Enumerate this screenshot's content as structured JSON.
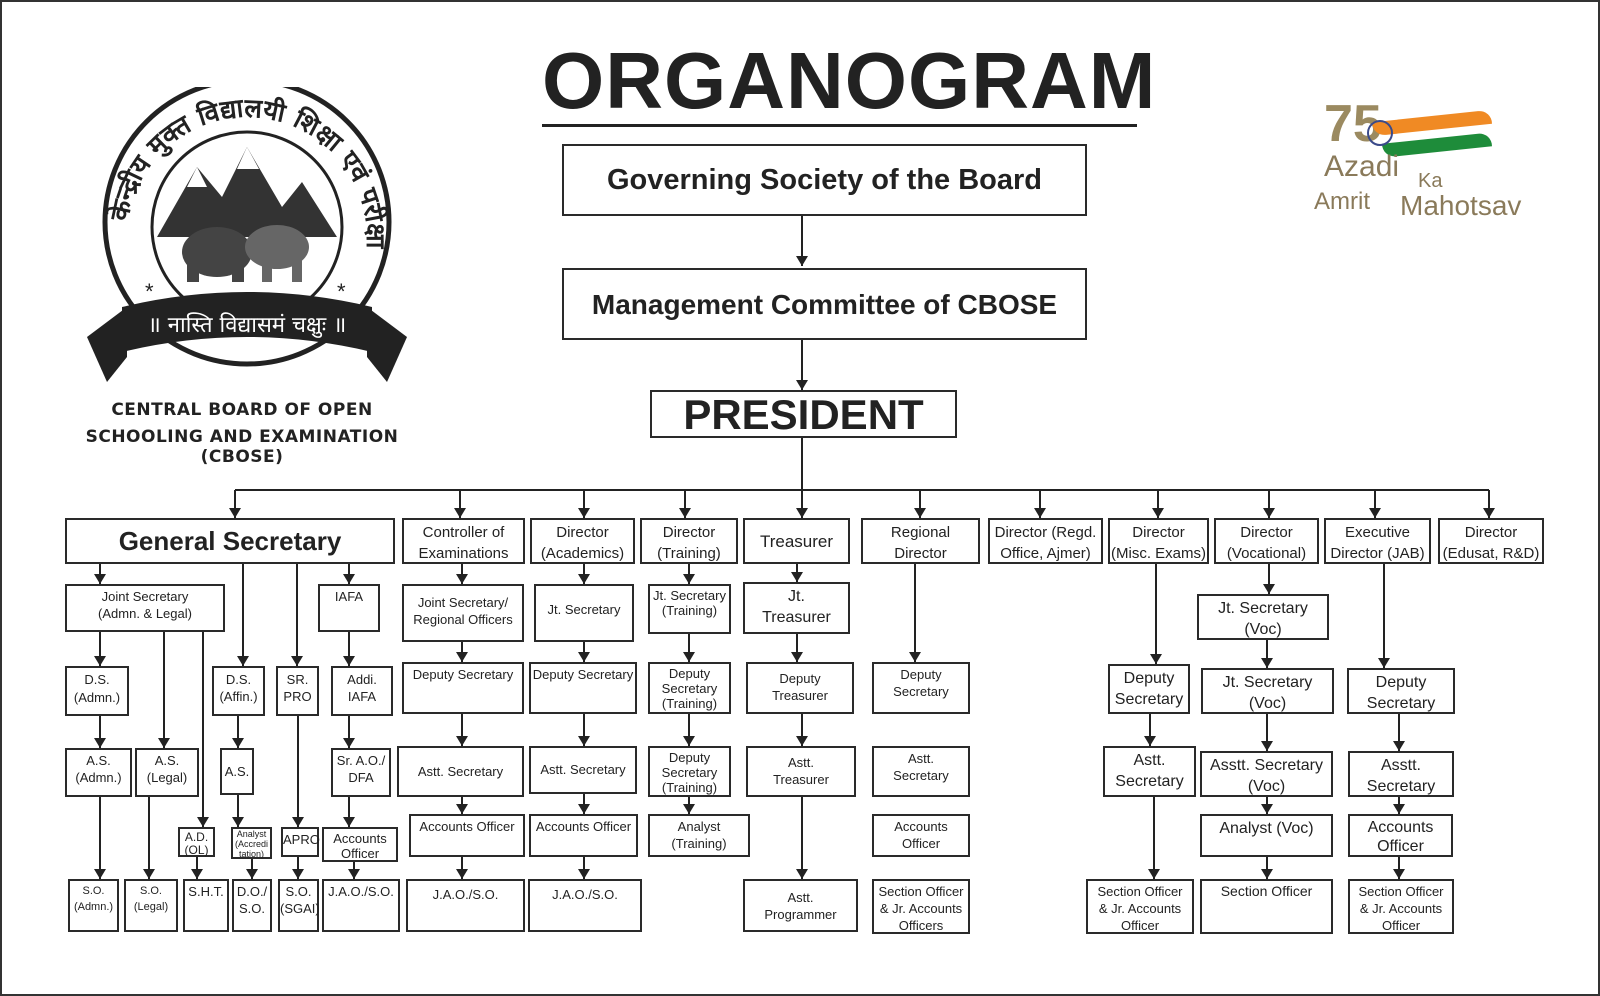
{
  "title": "ORGANOGRAM",
  "logo": {
    "hindi_ring": "केन्द्रीय मुक्त विद्यालयी शिक्षा एवं परीक्षा बोर्ड",
    "motto": "॥ नास्ति विद्यासमं चक्षुः ॥",
    "board_line1": "CENTRAL BOARD OF OPEN",
    "board_line2": "SCHOOLING AND EXAMINATION (CBOSE)"
  },
  "azadi": {
    "number": "75",
    "azadi": "Azadi",
    "ka": "Ka",
    "amrit": "Amrit",
    "mahotsav": "Mahotsav",
    "colors": {
      "saffron": "#f08a24",
      "green": "#1e8c3a",
      "text": "#8a7a5a"
    }
  },
  "top": {
    "governing": "Governing Society of the Board",
    "management": "Management Committee of CBOSE",
    "president": "PRESIDENT"
  },
  "gs": {
    "head": "General Secretary",
    "js": "Joint Secretary\n(Admn. & Legal)",
    "iafa": "IAFA",
    "ds_admn": "D.S.\n(Admn.)",
    "ds_affin": "D.S.\n(Affin.)",
    "sr_pro": "SR.\nPRO",
    "addi_iafa": "Addi.\nIAFA",
    "as_admn": "A.S.\n(Admn.)",
    "as_legal": "A.S.\n(Legal)",
    "as": "A.S.",
    "sr_ao": "Sr. A.O./\nDFA",
    "ad_ol": "A.D.\n(OL)",
    "analyst": "Analyst\n(Accredi\ntation)",
    "apro": "APRO",
    "ao": "Accounts\nOfficer",
    "so_admn": "S.O.\n(Admn.)",
    "so_legal": "S.O.\n(Legal)",
    "sht": "S.H.T.",
    "do_so": "D.O./\nS.O.",
    "so_sgai": "S.O.\n(SGAI)",
    "jao": "J.A.O./S.O."
  },
  "coe": {
    "head": "Controller of\nExaminations",
    "js": "Joint Secretary/\nRegional Officers",
    "ds": "Deputy Secretary",
    "as": "Astt. Secretary",
    "ao": "Accounts Officer",
    "jao": "J.A.O./S.O."
  },
  "acad": {
    "head": "Director\n(Academics)",
    "js": "Jt. Secretary",
    "ds": "Deputy Secretary",
    "as": "Astt. Secretary",
    "ao": "Accounts Officer",
    "jao": "J.A.O./S.O."
  },
  "train": {
    "head": "Director\n(Training)",
    "js": "Jt. Secretary\n(Training)",
    "ds1": "Deputy\nSecretary\n(Training)",
    "ds2": "Deputy\nSecretary\n(Training)",
    "analyst": "Analyst\n(Training)"
  },
  "treas": {
    "head": "Treasurer",
    "jt": "Jt.\nTreasurer",
    "dt": "Deputy\nTreasurer",
    "at": "Astt.\nTreasurer",
    "ap": "Astt.\nProgrammer"
  },
  "regional": {
    "head": "Regional\nDirector",
    "ds": "Deputy\nSecretary",
    "as": "Astt.\nSecretary",
    "ao": "Accounts\nOfficer",
    "so": "Section Officer\n& Jr. Accounts\nOfficers"
  },
  "regd": {
    "head": "Director (Regd.\nOffice, Ajmer)"
  },
  "misc": {
    "head": "Director\n(Misc. Exams)",
    "ds": "Deputy\nSecretary",
    "as": "Astt.\nSecretary",
    "so": "Section Officer\n& Jr. Accounts\nOfficer"
  },
  "voc": {
    "head": "Director\n(Vocational)",
    "js1": "Jt. Secretary\n(Voc)",
    "js2": "Jt. Secretary\n(Voc)",
    "as": "Asstt. Secretary\n(Voc)",
    "analyst": "Analyst (Voc)",
    "so": "Section Officer"
  },
  "jab": {
    "head": "Executive\nDirector (JAB)",
    "ds": "Deputy\nSecretary",
    "as": "Asstt.\nSecretary",
    "ao": "Accounts\nOfficer",
    "so": "Section Officer\n& Jr. Accounts\nOfficer"
  },
  "edusat": {
    "head": "Director\n(Edusat, R&D)"
  }
}
